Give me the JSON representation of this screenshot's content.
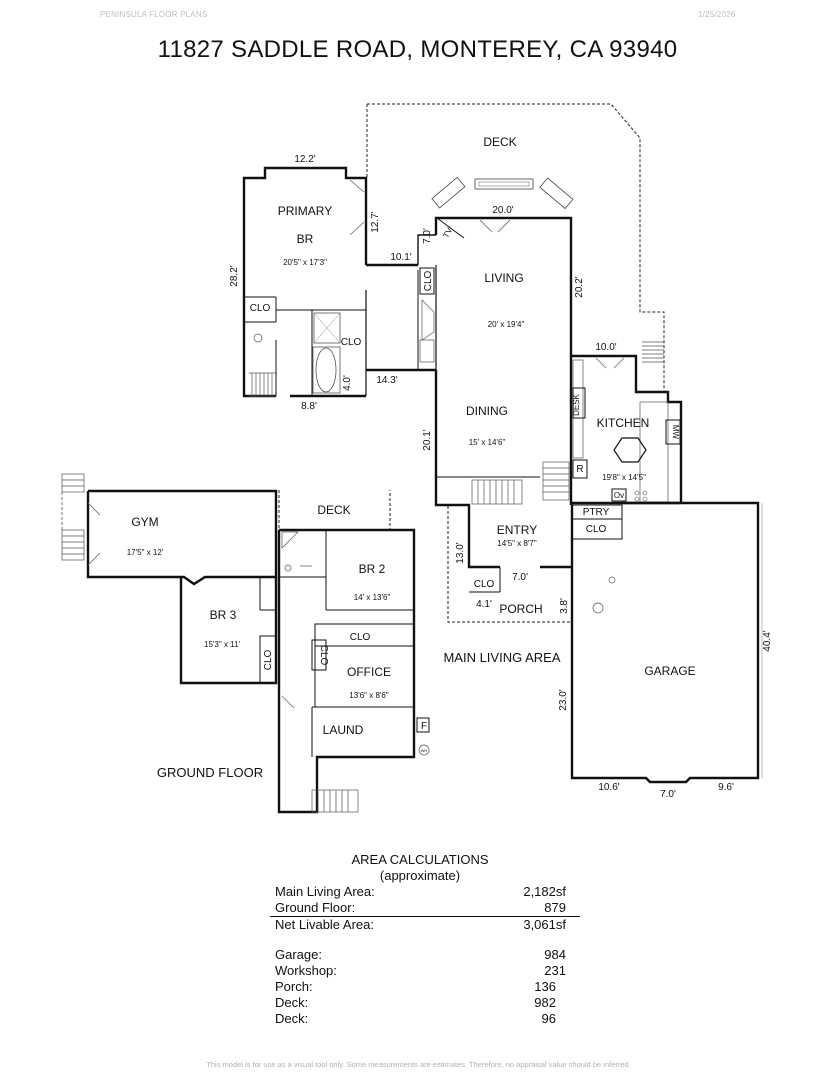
{
  "header": {
    "company": "PENINSULA FLOOR PLANS",
    "date": "1/25/2026",
    "title": "11827 SADDLE ROAD, MONTEREY, CA  93940"
  },
  "rooms": {
    "deck_main": "DECK",
    "primary_br_1": "PRIMARY",
    "primary_br_2": "BR",
    "primary_br_size": "20'5\" x 17'3\"",
    "primary_clo_1": "CLO",
    "primary_clo_2": "CLO",
    "clo_hall": "CLO",
    "tv": "TV",
    "living": "LIVING",
    "living_size": "20' x 19'4\"",
    "dining": "DINING",
    "dining_size": "15' x 14'6\"",
    "desk": "DESK",
    "kitchen": "KITCHEN",
    "kitchen_size": "19'8\" x 14'5\"",
    "mw": "MW",
    "r": "R",
    "ov": "Ov",
    "ptry": "PTRY",
    "clo_kitchen": "CLO",
    "entry": "ENTRY",
    "entry_size": "14'5\" x 8'7\"",
    "clo_entry": "CLO",
    "porch": "PORCH",
    "garage": "GARAGE",
    "gym": "GYM",
    "gym_size": "17'5\" x 12'",
    "deck_ground": "DECK",
    "br2": "BR 2",
    "br2_size": "14' x 13'6\"",
    "br3": "BR 3",
    "br3_size": "15'3\" x 11'",
    "clo_br3": "CLO",
    "clo_office_v": "CLO",
    "clo_office_h": "CLO",
    "office": "OFFICE",
    "office_size": "13'6\" x 8'6\"",
    "laund": "LAUND",
    "furnace": "F",
    "wh": "WH"
  },
  "dimensions": {
    "d_12_2": "12.2'",
    "d_12_7": "12.7'",
    "d_7_0_a": "7.0'",
    "d_20_0": "20.0'",
    "d_10_1": "10.1'",
    "d_28_2": "28.2'",
    "d_20_2": "20.2'",
    "d_10_0": "10.0'",
    "d_4_0": "4.0'",
    "d_14_3": "14.3'",
    "d_8_8": "8.8'",
    "d_20_1": "20.1'",
    "d_13_0": "13.0'",
    "d_7_0_b": "7.0'",
    "d_4_1": "4.1'",
    "d_3_8": "3.8'",
    "d_40_4": "40.4'",
    "d_23_0": "23.0'",
    "d_10_6": "10.6'",
    "d_7_0_c": "7.0'",
    "d_9_6": "9.6'"
  },
  "labels": {
    "main_living_area": "MAIN LIVING AREA",
    "ground_floor": "GROUND FLOOR"
  },
  "area": {
    "title_1": "AREA CALCULATIONS",
    "title_2": "(approximate)",
    "rows": [
      {
        "label": "Main Living Area:",
        "value": "2,182sf"
      },
      {
        "label": "Ground Floor:",
        "value": "879"
      },
      {
        "label": "Net Livable Area:",
        "value": "3,061sf"
      },
      {
        "label": "Garage:",
        "value": "984"
      },
      {
        "label": "Workshop:",
        "value": "231"
      },
      {
        "label": "Porch:",
        "value": "136"
      },
      {
        "label": "Deck:",
        "value": "982"
      },
      {
        "label": "Deck:",
        "value": "96"
      }
    ]
  },
  "footer": "This model is for use as a visual tool only. Some measurements are estimates. Therefore, no appraisal value should be inferred"
}
